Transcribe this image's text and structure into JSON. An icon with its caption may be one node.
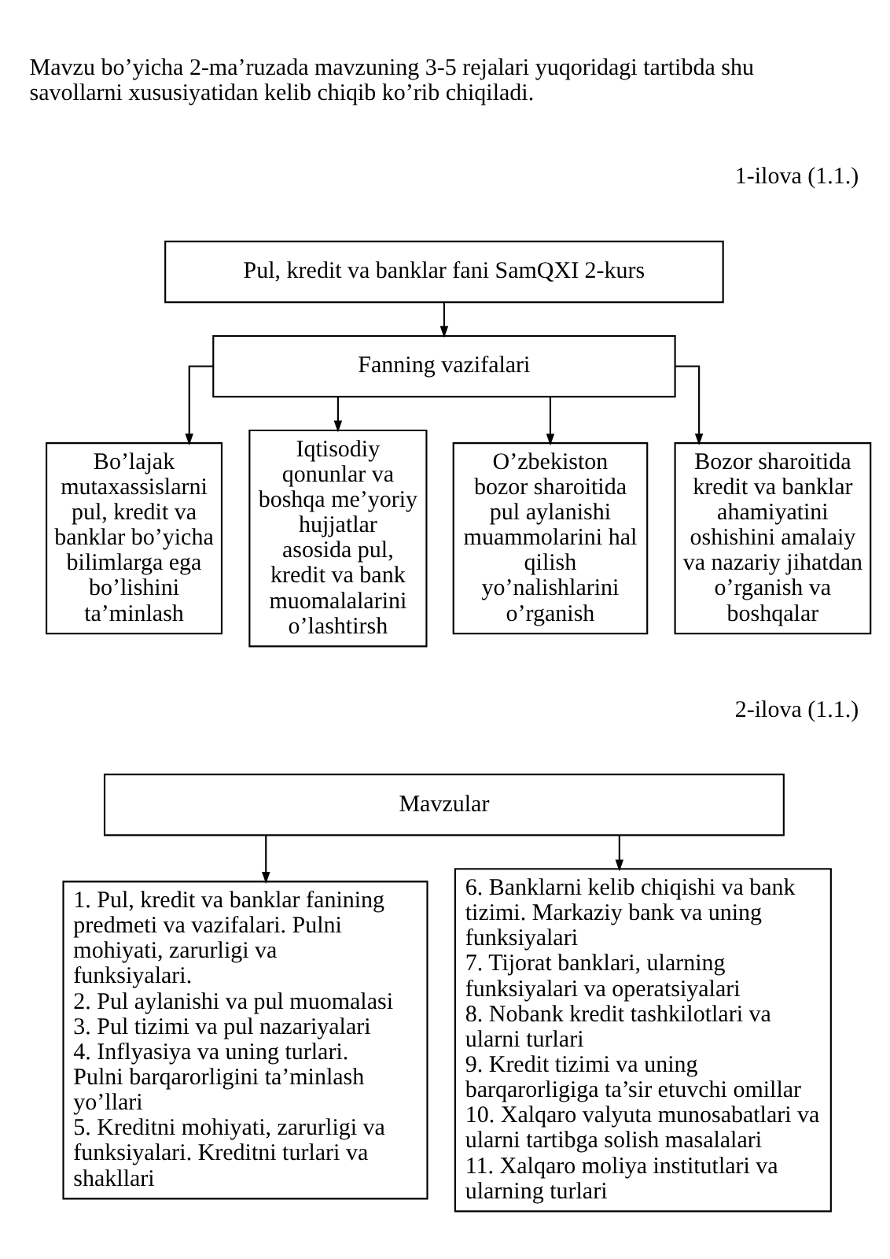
{
  "diagram": {
    "nodes": [
      {
        "text": [
          "Pul, kredit va banklar fani SamQXI 2-kurs"
        ]
      },
      {
        "text": [
          "Fanning vazifalari"
        ]
      },
      {
        "text": [
          "Bo’lajak mutaxassislarni pul, kredit va banklar bo’yicha bilimlarga ega bo’lishini ta’minlash"
        ]
      },
      {
        "text": [
          "Iqtisodiy qonunlar va boshqa me’yoriy hujjatlar asosida pul, kredit va bank muomalalarini o’lashtirsh"
        ]
      },
      {
        "text": [
          "O’zbekiston bozor sharoitida pul aylanishi muammolarini hal qilish yo’nalishlarini o’rganish"
        ]
      },
      {
        "text": [
          "Bozor sharoitida kredit va banklar ahamiyatini oshishini amalaiy va nazariy jihatdan o’rganish va boshqalar"
        ]
      },
      {
        "text": [
          "Mavzular"
        ]
      },
      {
        "text": [
          "1. Pul, kredit va banklar fanining predmeti va vazifalari. Pulni mohiyati, zarurligi va funksiyalari.",
          "2. Pul aylanishi va pul muomalasi",
          "3. Pul tizimi va pul nazariyalari",
          "4. Inflyasiya va uning turlari. Pulni barqarorligini ta’minlash yo’llari",
          "5. Kreditni mohiyati, zarurligi va funksiyalari. Kreditni turlari va shakllari"
        ]
      },
      {
        "text": [
          "6. Banklarni kelib chiqishi va bank tizimi. Markaziy bank va uning funksiyalari",
          "7. Tijorat banklari, ularning funksiyalari va operatsiyalari",
          "8. Nobank kredit tashkilotlari va ularni turlari",
          "9. Kredit tizimi va uning barqarorligiga ta’sir etuvchi omillar",
          "10. Xalqaro valyuta munosabatlari va ularni tartibga solish masalalari",
          "11. Xalqaro moliya institutlari va ularning turlari"
        ]
      }
    ],
    "edges": [
      {
        "from": 0,
        "to": 1,
        "arrow": "to"
      },
      {
        "from": 1,
        "to": 2,
        "arrow": "to"
      },
      {
        "from": 1,
        "to": 3,
        "arrow": "to"
      },
      {
        "from": 1,
        "to": 4,
        "arrow": "to"
      },
      {
        "from": 1,
        "to": 5,
        "arrow": "to"
      },
      {
        "from": 6,
        "to": 7,
        "arrow": "to"
      },
      {
        "from": 6,
        "to": 8,
        "arrow": "to"
      }
    ],
    "labels": [
      "Mavzu bo’yicha 2-ma’ruzada mavzuning 3-5 rejalari yuqoridagi tartibda shu savollarni xususiyatidan kelib chiqib ko’rib chiqiladi.",
      "1-ilova (1.1.)",
      "2-ilova (1.1.)"
    ]
  }
}
